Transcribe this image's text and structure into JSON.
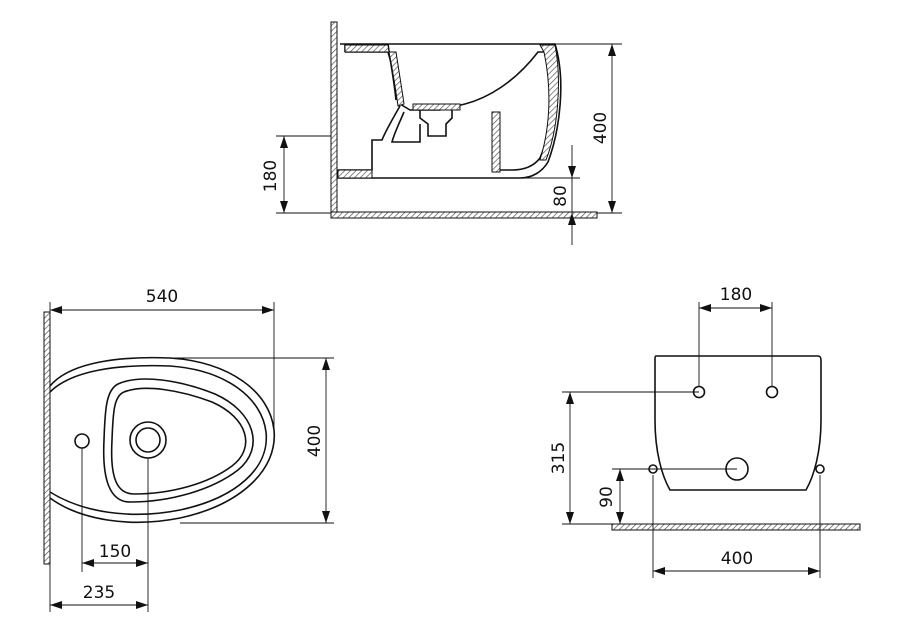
{
  "side_view": {
    "dim_height": "400",
    "dim_inlet_height": "180",
    "dim_floor_gap": "80"
  },
  "top_view": {
    "dim_length": "540",
    "dim_width": "400",
    "dim_hole_offset": "150",
    "dim_drain_offset": "235"
  },
  "rear_view": {
    "dim_bolt_spacing": "180",
    "dim_bolt_height": "315",
    "dim_lower_height": "90",
    "dim_base_width": "400"
  }
}
